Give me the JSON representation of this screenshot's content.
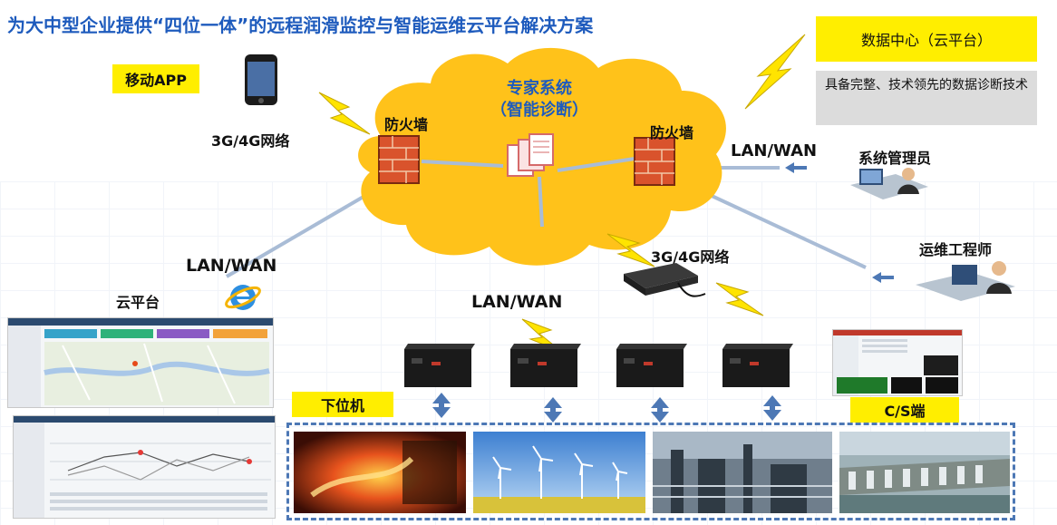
{
  "title": "为大中型企业提供“四位一体”的远程润滑监控与智能运维云平台解决方案",
  "datacenter": {
    "label": "数据中心（云平台）",
    "desc": "具备完整、技术领先的数据诊断技术"
  },
  "cloud": {
    "line1": "专家系统",
    "line2": "（智能诊断）"
  },
  "labels": {
    "mobile_app": "移动APP",
    "net_3g4g_left": "3G/4G网络",
    "firewall_left": "防火墙",
    "firewall_right": "防火墙",
    "lan_wan_right": "LAN/WAN",
    "lan_wan_left": "LAN/WAN",
    "lan_wan_center": "LAN/WAN",
    "net_3g4g_right": "3G/4G网络",
    "sys_admin": "系统管理员",
    "ops_engineer": "运维工程师",
    "cloud_platform": "云平台",
    "lower_machine": "下位机",
    "cs_client": "C/S端"
  },
  "colors": {
    "title": "#1e5bbd",
    "cloud": "#ffc21a",
    "highlight": "#ffee00",
    "accent": "#4d78b5",
    "bolt": "#ffe400"
  }
}
